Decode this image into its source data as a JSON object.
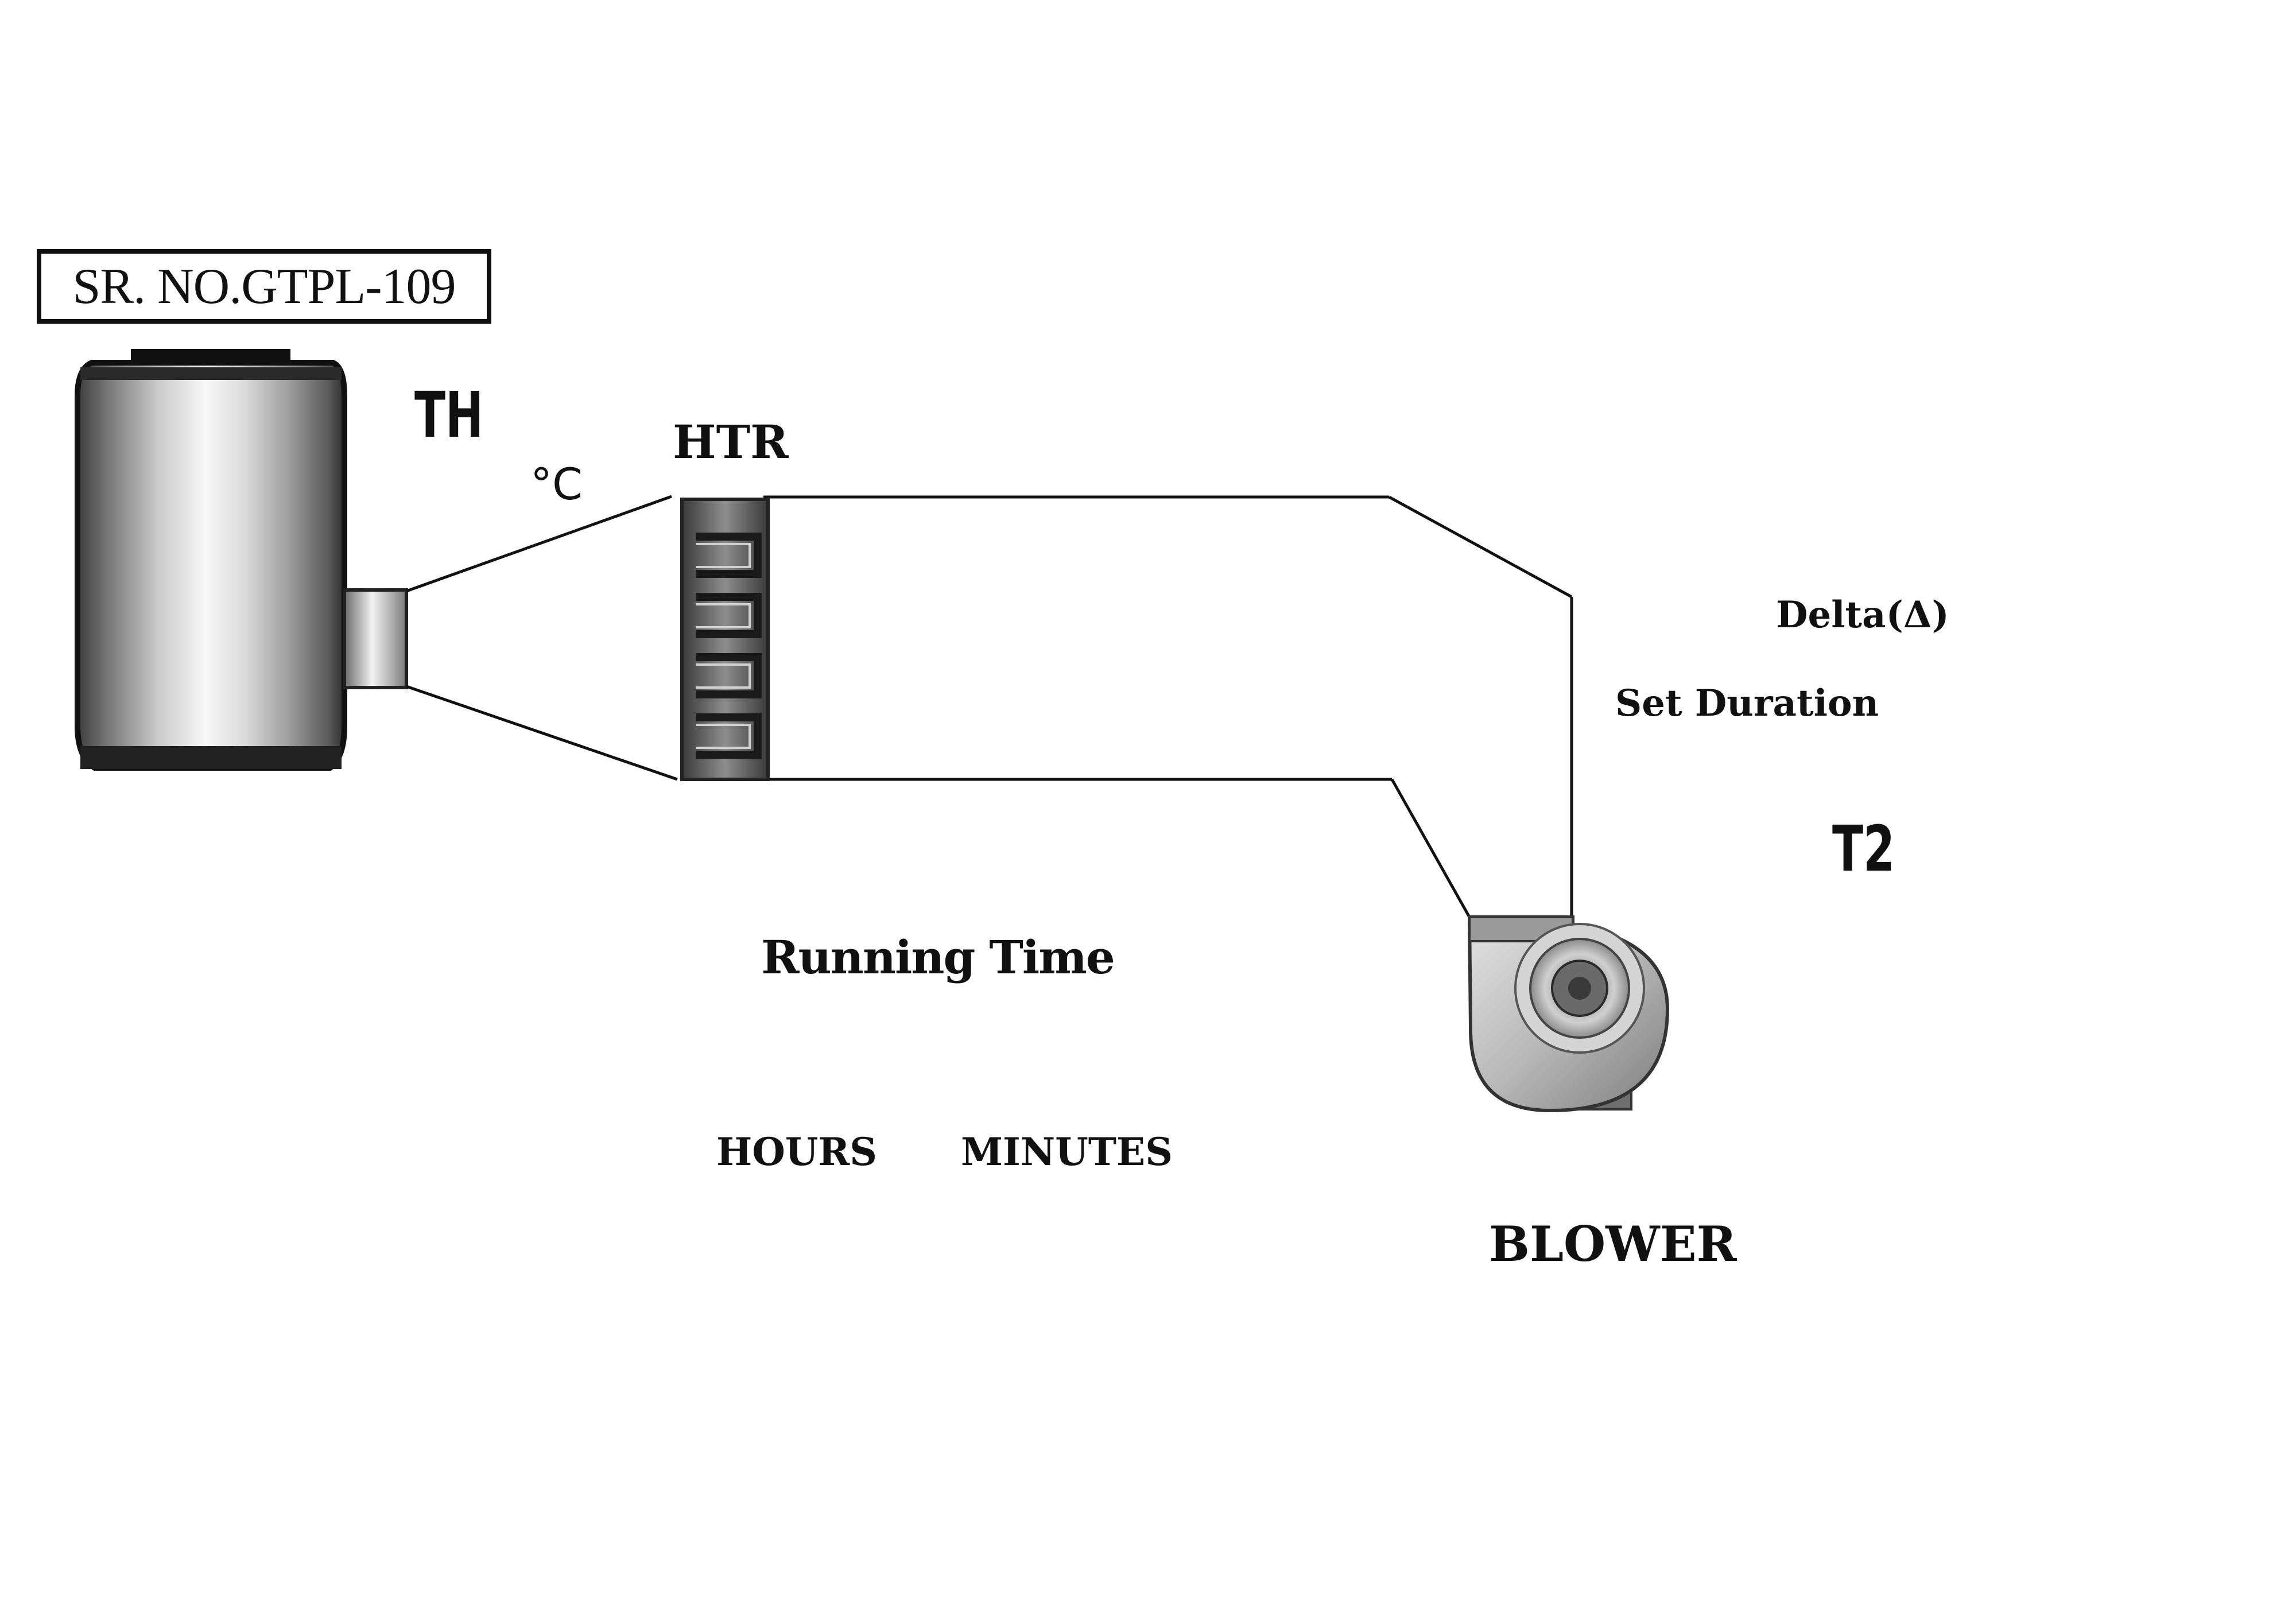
{
  "serial_number": "SR. NO.GTPL-109",
  "labels": {
    "th": "TH",
    "unit": "°C",
    "htr": "HTR",
    "delta": "Delta(Δ)",
    "set_duration": "Set Duration",
    "t2": "T2",
    "running_time": "Running Time",
    "hours": "HOURS",
    "minutes": "MINUTES",
    "blower": "BLOWER"
  },
  "icons": {
    "tank": "cylindrical-tank-icon",
    "heater": "heater-coil-icon",
    "blower": "centrifugal-blower-icon"
  },
  "colors": {
    "line": "#111111",
    "background": "#ffffff"
  }
}
